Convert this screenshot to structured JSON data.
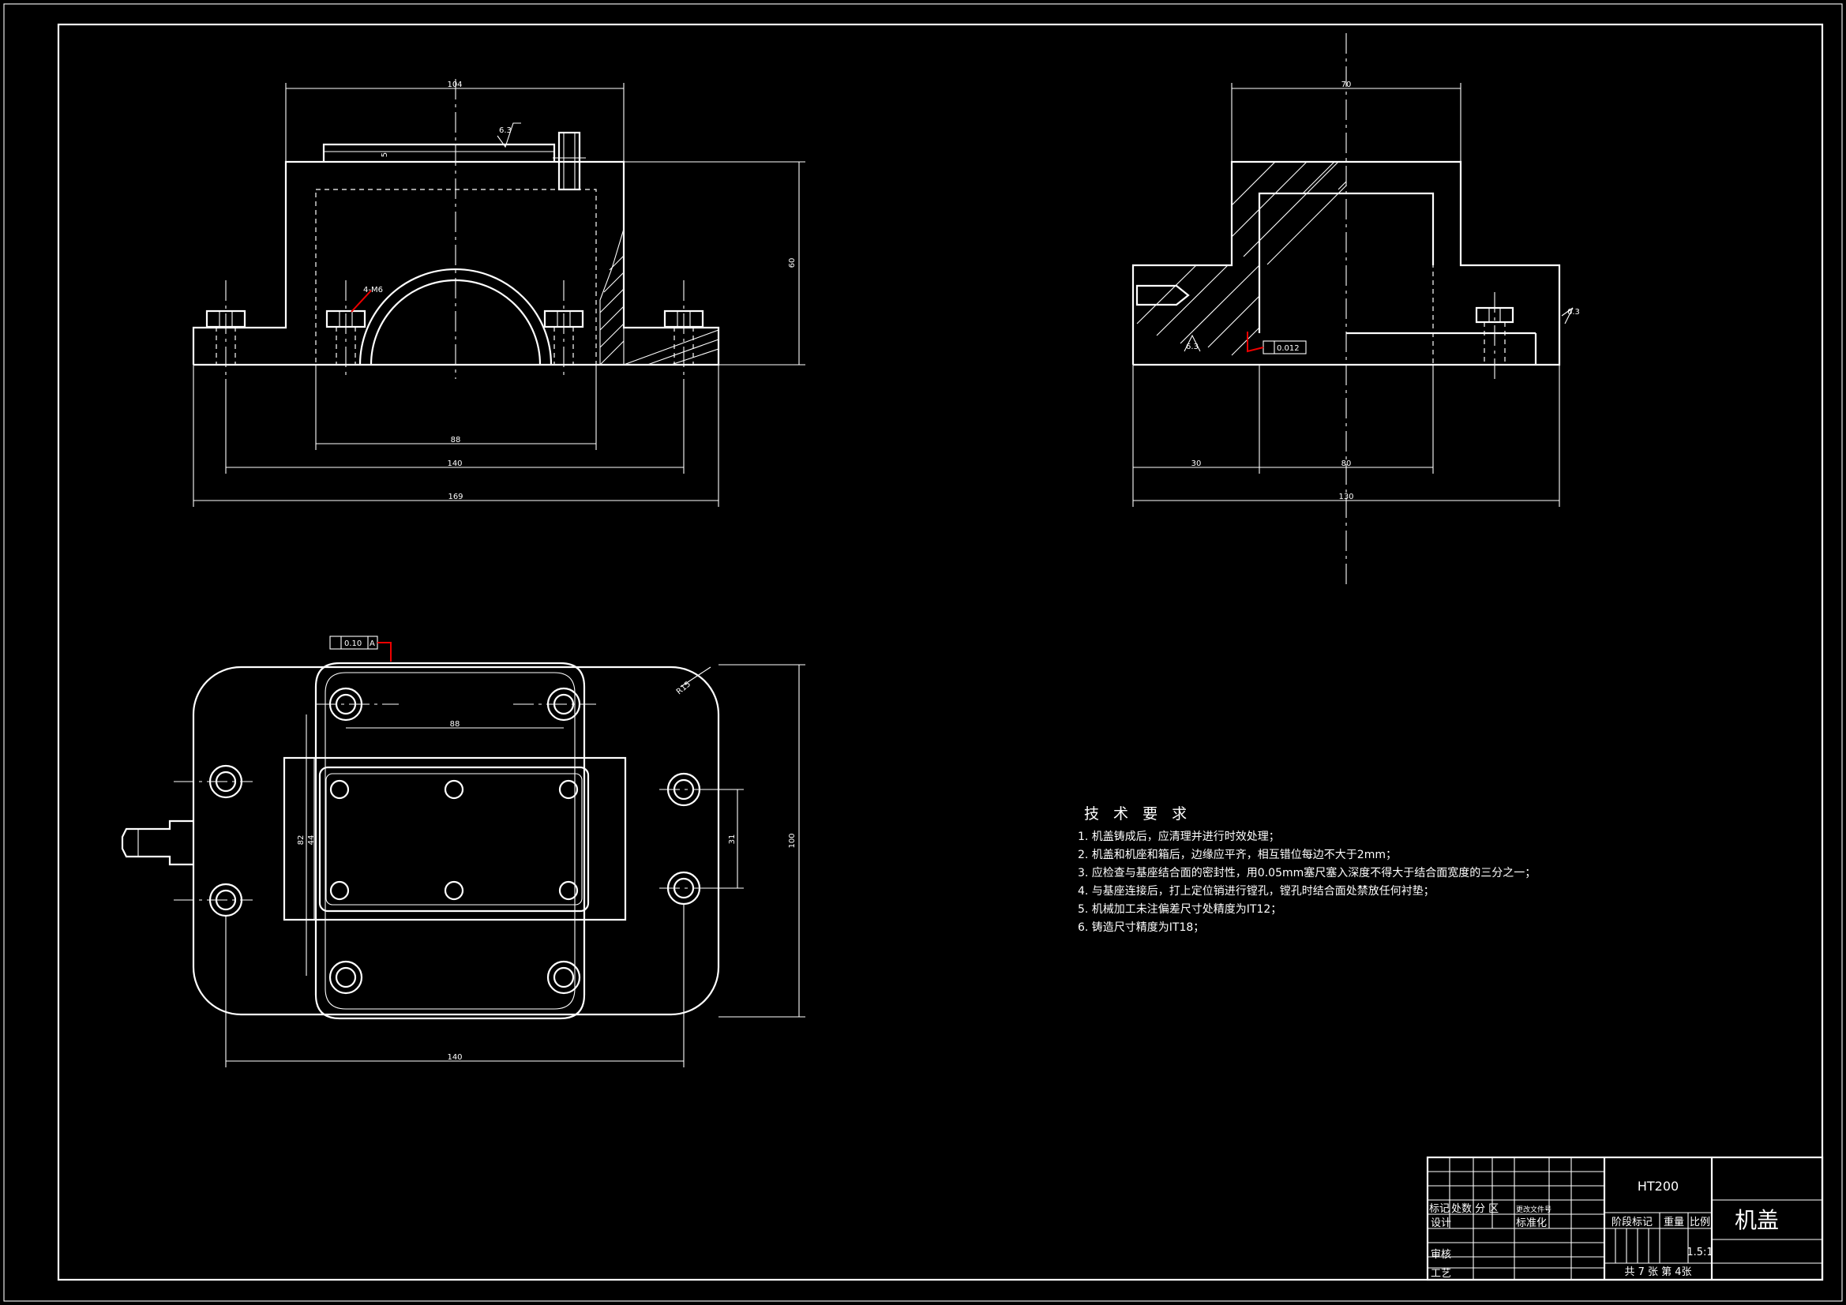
{
  "drawing": {
    "material": "HT200",
    "part_name": "机盖",
    "sheet_info": "共 7 张  第 4张",
    "scale": "1.5:1"
  },
  "dims": {
    "front_top": "104",
    "front_height": "60",
    "front_bore": "88",
    "front_holes": "140",
    "front_overall": "169",
    "side_top": "70",
    "side_left": "30",
    "side_mid": "80",
    "side_overall": "130",
    "plan_top": "88",
    "plan_height": "100",
    "plan_side": "31",
    "plan_left1": "82",
    "plan_left2": "44",
    "plan_bottom": "140",
    "plan_radius": "R15",
    "thread": "4-M6",
    "rough1": "6.3",
    "rough2": "6.3",
    "rough3": "6.3",
    "flatness": "0.012",
    "perp_val": "0.10",
    "perp_ref": "A",
    "front_small": "5"
  },
  "tech_req": {
    "title": "技 术 要 求",
    "items": [
      "1. 机盖铸成后，应清理并进行时效处理；",
      "2. 机盖和机座和箱后，边缘应平齐，相互错位每边不大于2mm；",
      "3. 应检查与基座结合面的密封性，用0.05mm塞尺塞入深度不得大于结合面宽度的三分之一；",
      "4. 与基座连接后，打上定位销进行镗孔，镗孔时结合面处禁放任何衬垫；",
      "5. 机械加工未注偏差尺寸处精度为IT12；",
      "6. 铸造尺寸精度为IT18；"
    ]
  },
  "title_block": {
    "col_mark": "标记",
    "col_count": "处数",
    "col_zone": "分  区",
    "col_docno": "更改文件号",
    "design": "设计",
    "standard": "标准化",
    "stage": "阶段标记",
    "weight": "重量",
    "ratio": "比例",
    "review": "审核",
    "process": "工艺"
  }
}
